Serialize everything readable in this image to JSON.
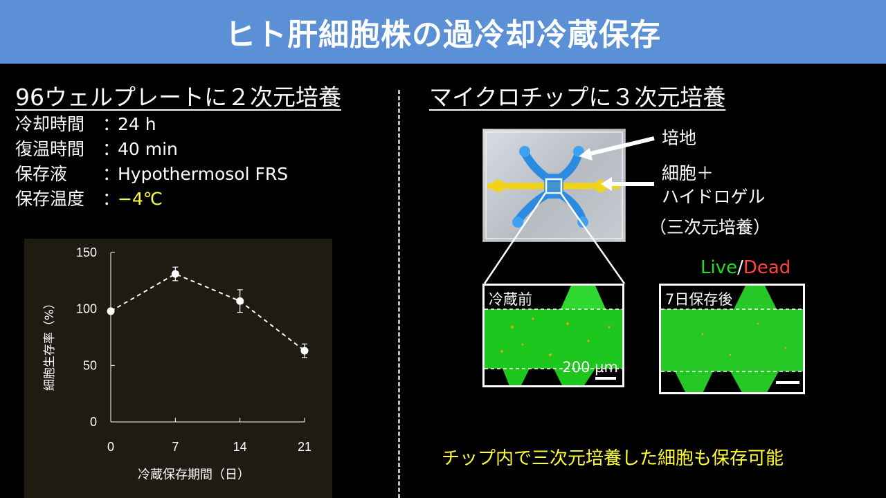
{
  "title": "ヒト肝細胞株の過冷却冷蔵保存",
  "left": {
    "heading": "96ウェルプレートに２次元培養",
    "conditions": [
      {
        "key": "冷却時間",
        "sep": "：",
        "value": "24 h"
      },
      {
        "key": "復温時間",
        "sep": "：",
        "value": "40 min"
      },
      {
        "key": "保存液",
        "sep": "：",
        "value": "Hypothermosol FRS"
      },
      {
        "key": "保存温度",
        "sep": "：",
        "value": "−4℃"
      }
    ]
  },
  "chart_data": {
    "type": "line",
    "x": [
      0,
      7,
      14,
      21
    ],
    "xticks": [
      "0",
      "7",
      "14",
      "21"
    ],
    "yticks": [
      "0",
      "50",
      "100",
      "150"
    ],
    "series": [
      {
        "values": [
          98,
          131,
          107,
          63
        ],
        "error": [
          0,
          6,
          10,
          6
        ]
      }
    ],
    "xlabel": "冷蔵保存期間（日）",
    "ylabel": "細胞生存率（%）",
    "xlim": [
      0,
      21
    ],
    "ylim": [
      0,
      150
    ],
    "line_style": "dashed",
    "marker_color": "#ffffff"
  },
  "right": {
    "heading": "マイクロチップに３次元培養",
    "label_medium": "培地",
    "label_cells_1": "細胞＋",
    "label_cells_2": "ハイドロゲル",
    "label_3d": "（三次元培養）",
    "legend_live": "Live",
    "legend_slash": "/",
    "legend_dead": "Dead",
    "panel_before": "冷蔵前",
    "panel_after": "7日保存後",
    "scale_text": "200 µm",
    "conclusion": "チップ内で三次元培養した細胞も保存可能"
  },
  "colors": {
    "title_bar": "#5b8fd6",
    "highlight": "#ffff33",
    "live": "#22dd22",
    "dead": "#ff4444",
    "channel_blue": "#2b8be0",
    "channel_yellow": "#f2d21a"
  }
}
